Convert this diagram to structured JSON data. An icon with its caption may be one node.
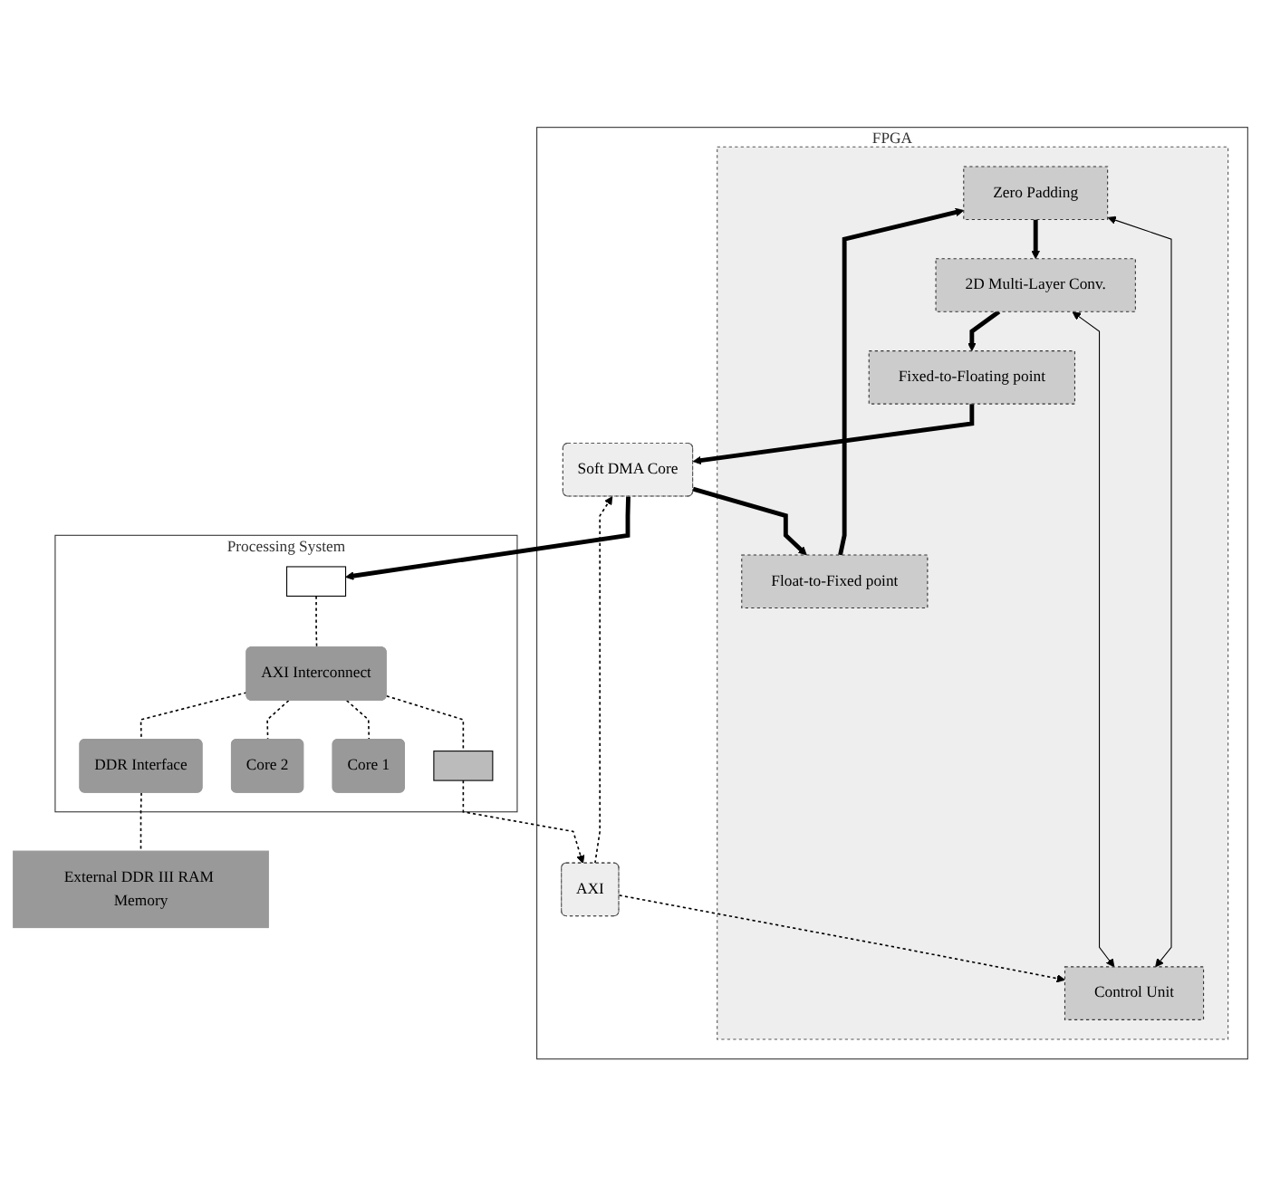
{
  "diagram": {
    "nodes": [
      {
        "text": [
          "FPGA"
        ]
      },
      {
        "text": [],
        "shape": "box",
        "in": 0
      },
      {
        "text": [
          "Zero Padding"
        ],
        "in": 1
      },
      {
        "text": [
          "2D Multi-Layer Conv."
        ],
        "in": 1
      },
      {
        "text": [
          "Control Unit"
        ],
        "in": 1
      },
      {
        "text": [
          "Float-to-Fixed point"
        ],
        "in": 1
      },
      {
        "text": [
          "Fixed-to-Floating point"
        ],
        "in": 1
      },
      {
        "text": [
          "Soft DMA Core"
        ],
        "in": 0
      },
      {
        "text": [
          "AXI"
        ],
        "in": 0
      },
      {
        "text": [
          "Processing System"
        ]
      },
      {
        "text": [],
        "shape": "box",
        "in": 9
      },
      {
        "text": [],
        "shape": "box",
        "in": 9
      },
      {
        "text": [
          "AXI Interconnect"
        ],
        "in": 9
      },
      {
        "text": [
          "Core 1"
        ],
        "in": 9
      },
      {
        "text": [
          "Core 2"
        ],
        "in": 9
      },
      {
        "text": [
          "DDR Interface"
        ],
        "in": 9
      },
      {
        "text": [
          "External DDR III RAM Memory"
        ]
      }
    ],
    "edges": [
      {
        "from": 2,
        "to": 4,
        "arrow": "both"
      },
      {
        "from": 2,
        "to": 3,
        "arrow": "to",
        "style": "thick"
      },
      {
        "from": 3,
        "to": 4,
        "arrow": "both"
      },
      {
        "from": 5,
        "to": 2,
        "arrow": "to",
        "style": "thick"
      },
      {
        "from": 3,
        "to": 6,
        "arrow": "to",
        "style": "thick"
      },
      {
        "from": 7,
        "to": 5,
        "arrow": "to",
        "style": "thick"
      },
      {
        "from": 6,
        "to": 7,
        "arrow": "to",
        "style": "thick"
      },
      {
        "from": 8,
        "to": 4,
        "arrow": "to",
        "style": "dashed"
      },
      {
        "from": 8,
        "to": 7,
        "arrow": "to",
        "style": "dashed"
      },
      {
        "from": 7,
        "to": 10,
        "arrow": "to",
        "style": "thick"
      },
      {
        "from": 10,
        "to": 12,
        "arrow": "none",
        "style": "dashed"
      },
      {
        "from": 12,
        "to": 11,
        "arrow": "none",
        "style": "dashed"
      },
      {
        "from": 11,
        "to": 8,
        "arrow": "to",
        "style": "dashed"
      },
      {
        "from": 12,
        "to": 13,
        "arrow": "none",
        "style": "dashed"
      },
      {
        "from": 12,
        "to": 14,
        "arrow": "none",
        "style": "dashed"
      },
      {
        "from": 12,
        "to": 15,
        "arrow": "none",
        "style": "dashed"
      },
      {
        "from": 15,
        "to": 16,
        "arrow": "none",
        "style": "dashed"
      }
    ]
  }
}
